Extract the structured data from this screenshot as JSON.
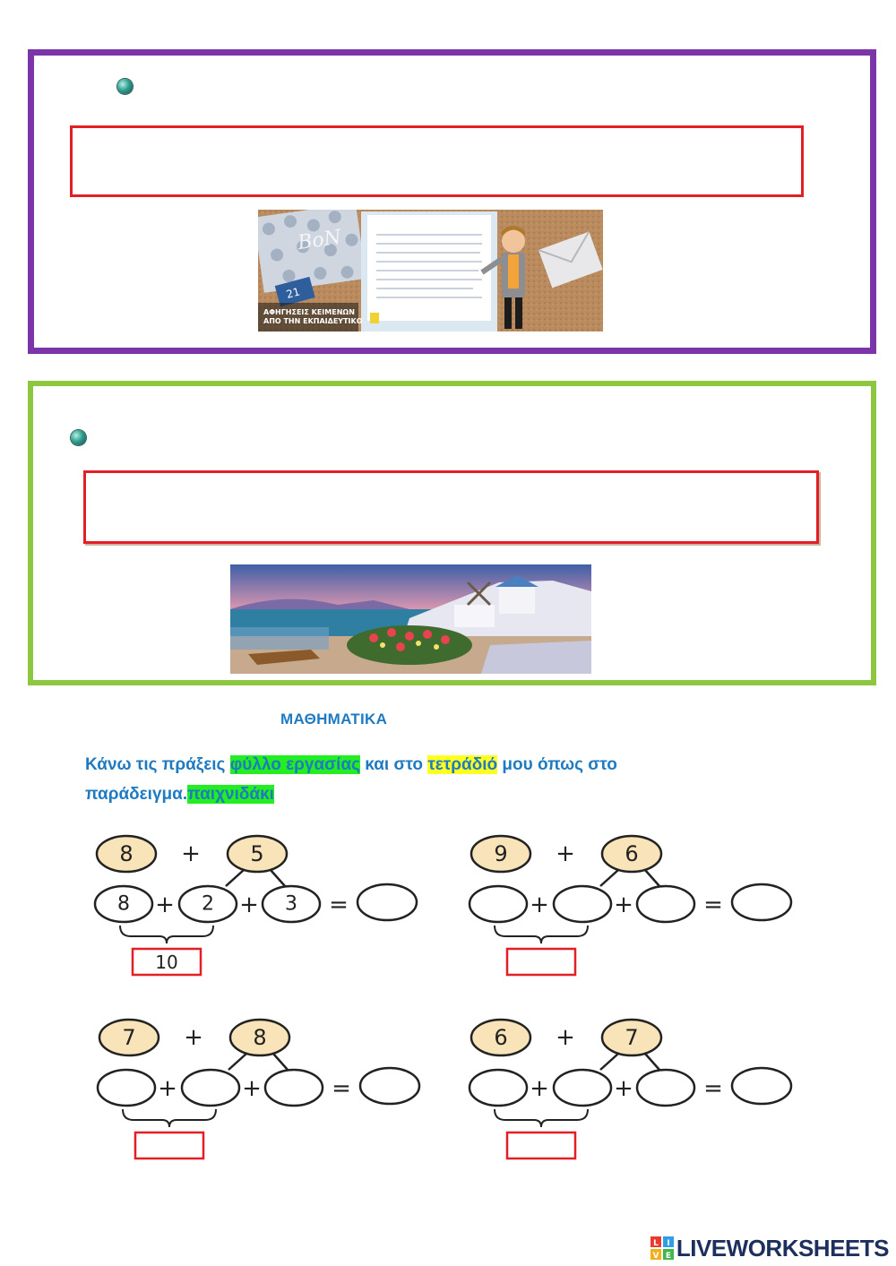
{
  "colors": {
    "purple_frame": "#7b35a8",
    "green_frame": "#8dc63f",
    "answer_box_red": "#e31e24",
    "text_blue": "#1f7ac1",
    "highlight_green": "#22ee22",
    "highlight_yellow": "#ffff22",
    "circle_fill": "#f8e4b8"
  },
  "section1": {
    "bullet_icon": "sphere-bullet-icon",
    "image": {
      "text_lines": [
        "ΑΦΗΓΗΣΕΙΣ ΚΕΙΜΕΝΩΝ",
        "ΑΠΟ ΤΗΝ ΕΚΠΑΙΔΕΥΤΙΚΟ"
      ]
    }
  },
  "section2": {
    "bullet_icon": "sphere-bullet-icon"
  },
  "math": {
    "heading": "ΜΑΘΗΜΑΤΙΚΑ",
    "instruction": {
      "part1": "Κάνω τις πράξεις ",
      "link1": "φύλλο εργασίας",
      "part2": " και στο ",
      "link2": "τετράδιό",
      "part3": " μου όπως στο",
      "part4": "παράδειγμα.",
      "link3": "παιχνιδάκι"
    },
    "operators": {
      "plus": "+",
      "equals": "="
    },
    "exercises": [
      {
        "a": "8",
        "b": "5",
        "parts": [
          "8",
          "2",
          "3"
        ],
        "result": "",
        "ten": "10"
      },
      {
        "a": "9",
        "b": "6",
        "parts": [
          "",
          "",
          ""
        ],
        "result": "",
        "ten": ""
      },
      {
        "a": "7",
        "b": "8",
        "parts": [
          "",
          "",
          ""
        ],
        "result": "",
        "ten": ""
      },
      {
        "a": "6",
        "b": "7",
        "parts": [
          "",
          "",
          ""
        ],
        "result": "",
        "ten": ""
      }
    ]
  },
  "footer": {
    "brand": "LIVEWORKSHEETS",
    "logo_letters": [
      "L",
      "I",
      "V",
      "E"
    ]
  }
}
